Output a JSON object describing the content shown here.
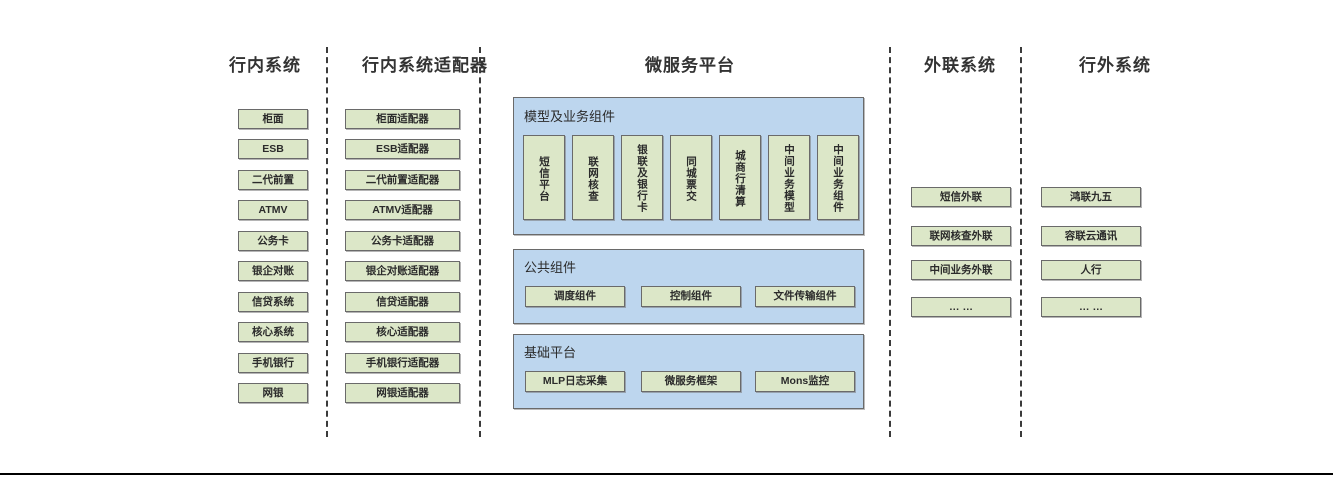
{
  "diagram": {
    "columns": [
      {
        "id": "internal-systems",
        "title": "行内系统",
        "items": [
          "柜面",
          "ESB",
          "二代前置",
          "ATMV",
          "公务卡",
          "银企对账",
          "信贷系统",
          "核心系统",
          "手机银行",
          "网银"
        ]
      },
      {
        "id": "internal-system-adapters",
        "title": "行内系统适配器",
        "items": [
          "柜面适配器",
          "ESB适配器",
          "二代前置适配器",
          "ATMV适配器",
          "公务卡适配器",
          "银企对账适配器",
          "信贷适配器",
          "核心适配器",
          "手机银行适配器",
          "网银适配器"
        ]
      },
      {
        "id": "microservice-platform",
        "title": "微服务平台"
      },
      {
        "id": "external-link-systems",
        "title": "外联系统",
        "items": [
          "短信外联",
          "联网核查外联",
          "中间业务外联",
          "… …"
        ]
      },
      {
        "id": "outside-bank-systems",
        "title": "行外系统",
        "items": [
          "鸿联九五",
          "容联云通讯",
          "人行",
          "… …"
        ]
      }
    ],
    "platform": {
      "panels": [
        {
          "id": "model-business-components",
          "title": "模型及业务组件",
          "orientation": "vertical",
          "items": [
            "短信平台",
            "联网核查",
            "银联及银行卡",
            "同城票交",
            "城商行清算",
            "中间业务模型",
            "中间业务组件"
          ]
        },
        {
          "id": "public-components",
          "title": "公共组件",
          "orientation": "horizontal",
          "items": [
            "调度组件",
            "控制组件",
            "文件传输组件"
          ]
        },
        {
          "id": "base-platform",
          "title": "基础平台",
          "orientation": "horizontal",
          "items": [
            "MLP日志采集",
            "微服务框架",
            "Mons监控"
          ]
        }
      ]
    },
    "colors": {
      "node_fill": "#dce7c8",
      "node_border": "#6a6a6a",
      "panel_fill": "#bdd6ee",
      "panel_border": "#6a6a6a",
      "divider": "#3b3b3b",
      "text": "#2b2b2b",
      "background": "#ffffff"
    }
  }
}
